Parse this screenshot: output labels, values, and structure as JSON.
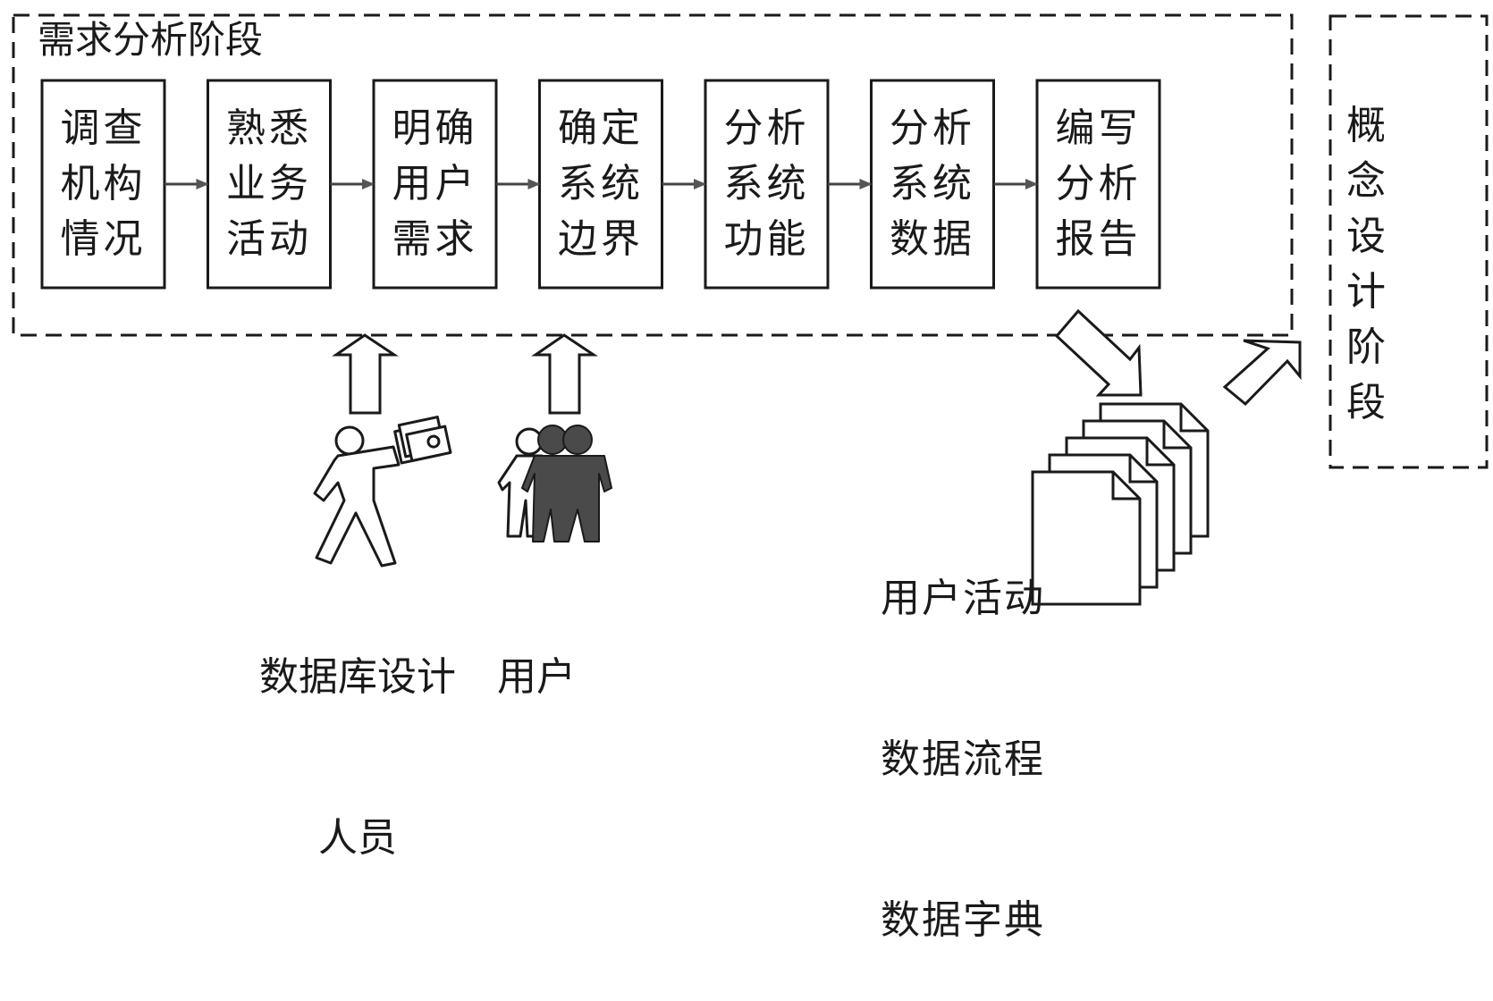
{
  "diagram": {
    "requirements_phase": {
      "title": "需求分析阶段",
      "steps": [
        {
          "lines": [
            "调查",
            "机构",
            "情况"
          ]
        },
        {
          "lines": [
            "熟悉",
            "业务",
            "活动"
          ]
        },
        {
          "lines": [
            "明确",
            "用户",
            "需求"
          ]
        },
        {
          "lines": [
            "确定",
            "系统",
            "边界"
          ]
        },
        {
          "lines": [
            "分析",
            "系统",
            "功能"
          ]
        },
        {
          "lines": [
            "分析",
            "系统",
            "数据"
          ]
        },
        {
          "lines": [
            "编写",
            "分析",
            "报告"
          ]
        }
      ]
    },
    "concept_design_phase": {
      "title_chars": [
        "概",
        "念",
        "设",
        "计",
        "阶",
        "段"
      ]
    },
    "actors": [
      {
        "icon": "walking-person-with-documents-icon",
        "label_lines": [
          "数据库设计",
          "人员"
        ]
      },
      {
        "icon": "user-group-icon",
        "label_lines": [
          "用户"
        ]
      }
    ],
    "outputs": {
      "icon": "document-stack-icon",
      "document_count": 5,
      "label_lines": [
        "用户活动",
        "数据流程",
        "数据字典"
      ]
    },
    "colors": {
      "stroke": "#1a1a1a",
      "arrow_fill": "#555555",
      "user_silhouette": "#4a4a4a",
      "background": "#ffffff"
    }
  }
}
